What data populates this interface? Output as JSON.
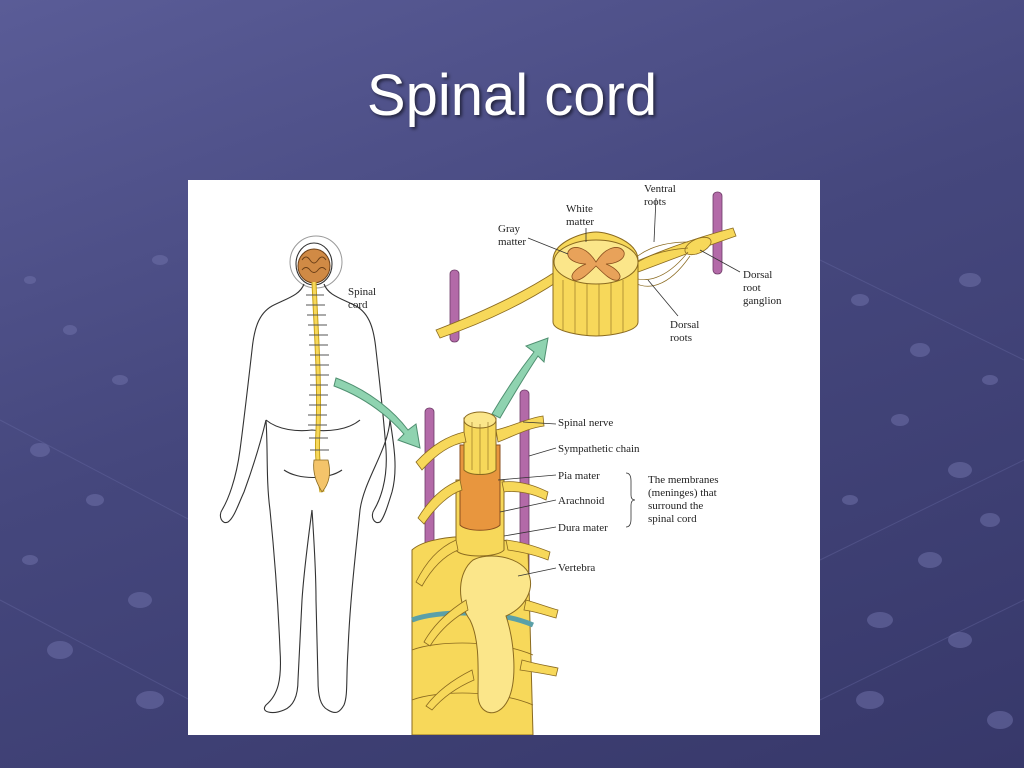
{
  "slide": {
    "title": "Spinal cord"
  },
  "colors": {
    "background": "#4a4c84",
    "nerve_yellow": "#f7d85a",
    "gray_matter": "#e8a25a",
    "chain_purple": "#b36aa8",
    "arrow_green": "#8fd3b0"
  },
  "figure": {
    "labels": {
      "spinal_cord": [
        "Spinal",
        "cord"
      ],
      "ventral_roots": [
        "Ventral",
        "roots"
      ],
      "white_matter": [
        "White",
        "matter"
      ],
      "gray_matter": [
        "Gray",
        "matter"
      ],
      "dorsal_root_ganglion": [
        "Dorsal",
        "root",
        "ganglion"
      ],
      "dorsal_roots": [
        "Dorsal",
        "roots"
      ],
      "spinal_nerve": "Spinal nerve",
      "sympathetic_chain": "Sympathetic chain",
      "pia_mater": "Pia mater",
      "arachnoid": "Arachnoid",
      "dura_mater": "Dura mater",
      "vertebra": "Vertebra",
      "membranes_note": [
        "The membranes",
        "(meninges) that",
        "surround the",
        "spinal cord"
      ]
    }
  }
}
